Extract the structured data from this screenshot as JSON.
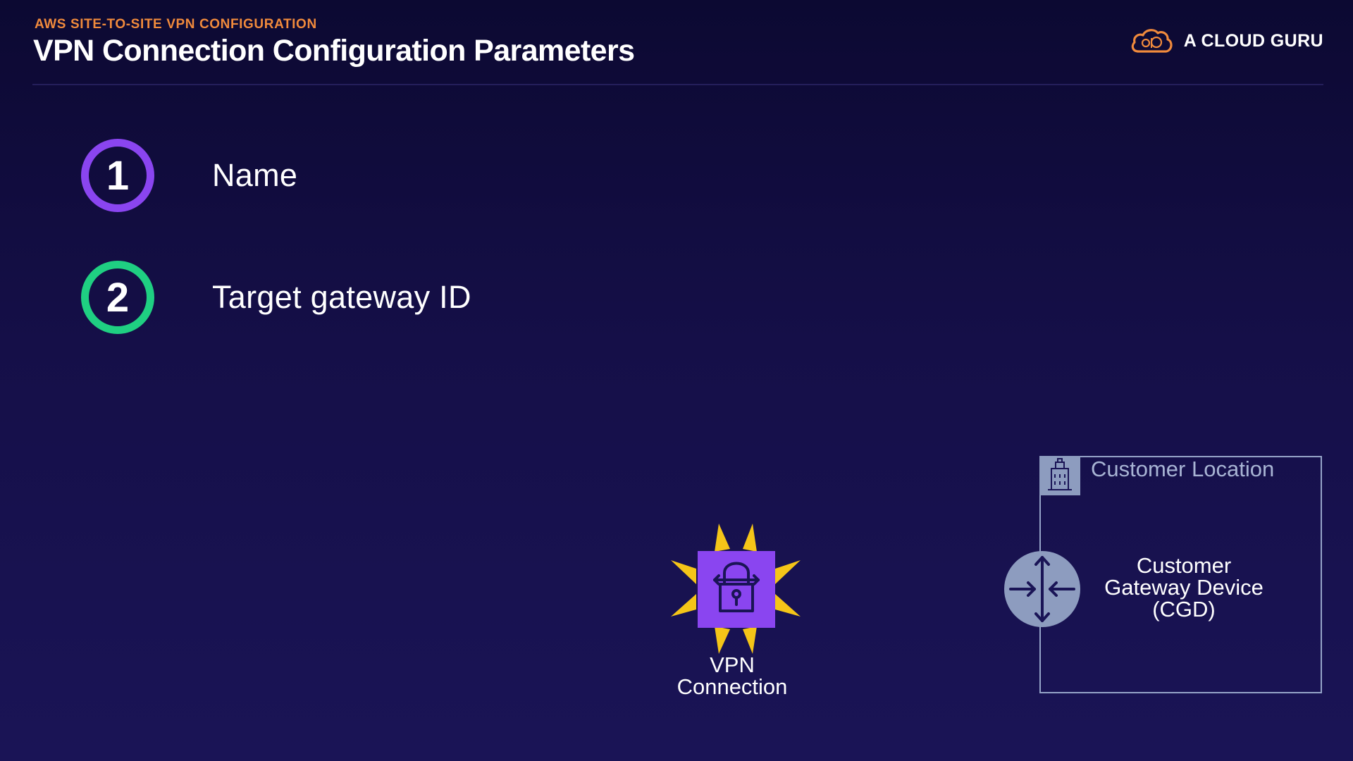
{
  "header": {
    "eyebrow": "AWS SITE-TO-SITE VPN CONFIGURATION",
    "title": "VPN Connection Configuration Parameters",
    "brand_name": "A CLOUD GURU",
    "brand_icon": "cloud-logo-icon"
  },
  "steps": [
    {
      "number": "1",
      "label": "Name",
      "ring_color": "#8a45f0"
    },
    {
      "number": "2",
      "label": "Target gateway ID",
      "ring_color": "#1fcf82"
    }
  ],
  "diagram": {
    "vpn": {
      "icon": "vpn-lock-icon",
      "label_line1": "VPN",
      "label_line2": "Connection"
    },
    "customer_location": {
      "title": "Customer Location",
      "icon": "building-icon",
      "device": {
        "icon": "router-icon",
        "label_line1": "Customer",
        "label_line2": "Gateway Device",
        "label_line3": "(CGD)"
      }
    }
  },
  "colors": {
    "accent_orange": "#f08a3c",
    "vpn_purple": "#8a45f0",
    "vpn_burst": "#f5c518",
    "device_gray": "#8d9cbf",
    "background": "#150f48"
  }
}
